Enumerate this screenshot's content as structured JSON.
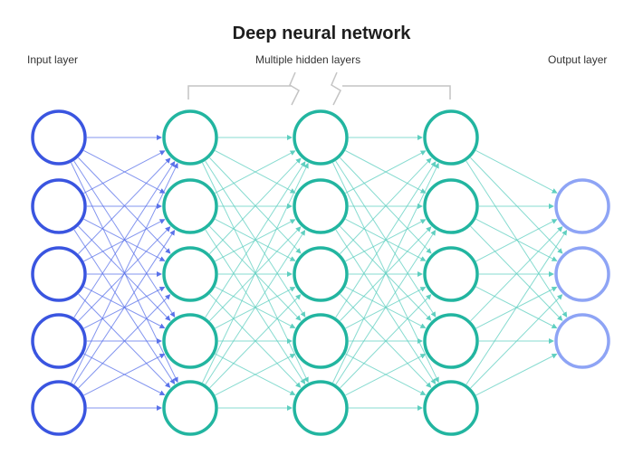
{
  "title": "Deep neural network",
  "labels": {
    "input": "Input layer",
    "hidden": "Multiple hidden layers",
    "output": "Output layer"
  },
  "layers": [
    {
      "role": "input",
      "nodes": 5,
      "stroke": "#3a55e0"
    },
    {
      "role": "hidden",
      "nodes": 5,
      "stroke": "#22b5a0"
    },
    {
      "role": "hidden",
      "nodes": 5,
      "stroke": "#22b5a0"
    },
    {
      "role": "hidden",
      "nodes": 5,
      "stroke": "#22b5a0"
    },
    {
      "role": "output",
      "nodes": 3,
      "stroke": "#8ea4f5"
    }
  ],
  "colors": {
    "edge_input": "#5a72ea",
    "edge_hidden": "#5fcfc0",
    "edge_output": "#5fcfc0",
    "bracket": "#c4c4c4"
  }
}
